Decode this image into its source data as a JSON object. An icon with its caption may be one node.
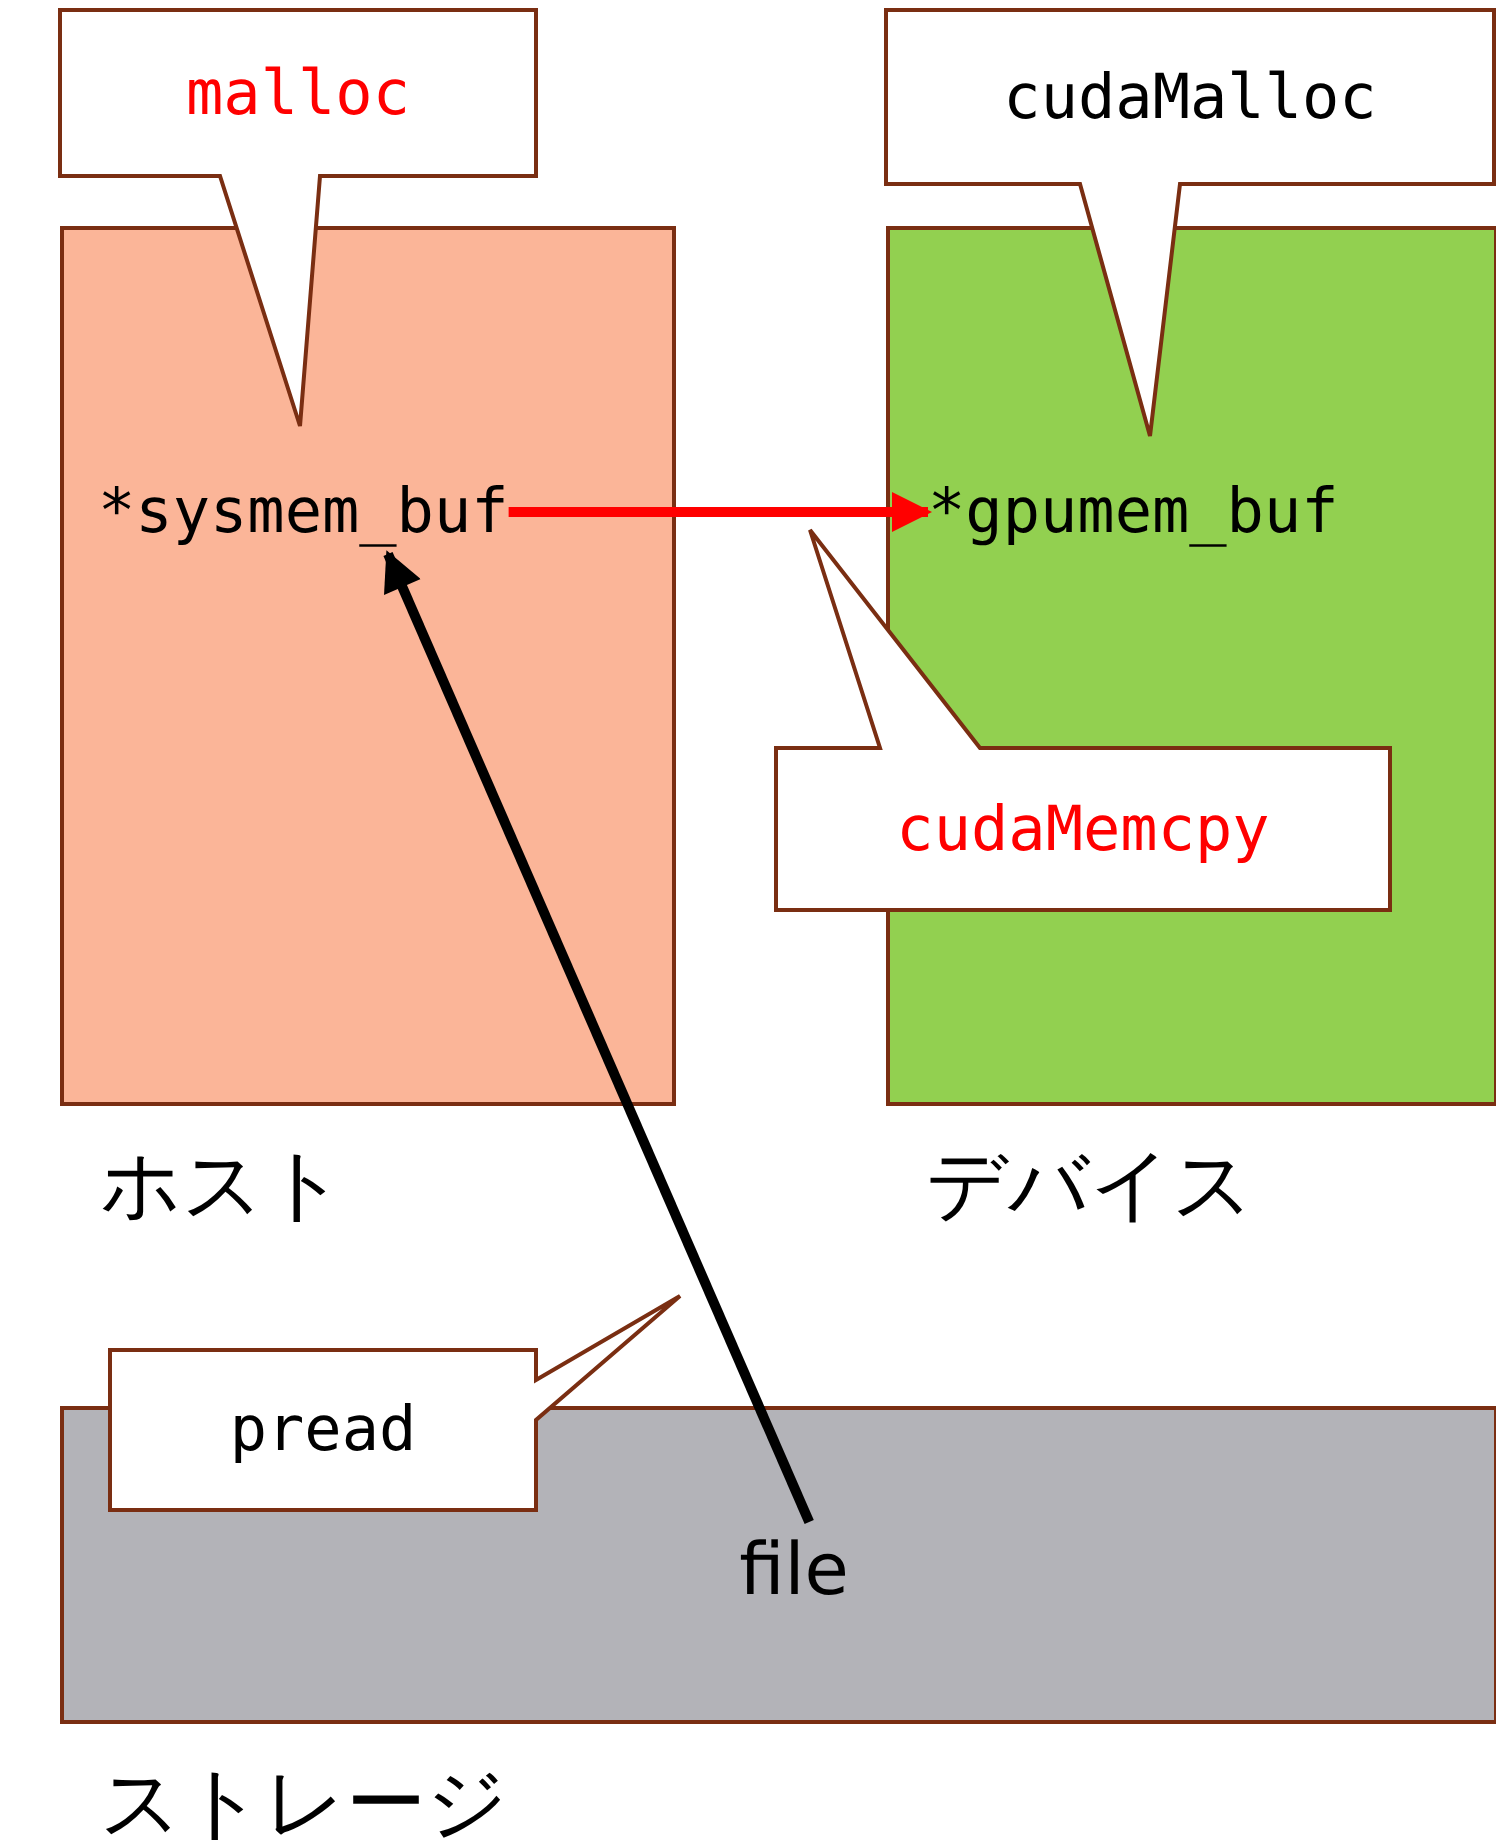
{
  "diagram": {
    "nodes": [
      {
        "text": [
          "ホスト"
        ]
      },
      {
        "text": [
          "*sysmem_buf"
        ],
        "in": 0
      },
      {
        "text": [
          "デバイス"
        ]
      },
      {
        "text": [
          "*gpumem_buf"
        ],
        "in": 2
      },
      {
        "text": [
          "ストレージ"
        ]
      },
      {
        "text": [
          "file"
        ],
        "in": 4
      },
      {
        "text": [
          "malloc"
        ]
      },
      {
        "text": [
          "cudaMalloc"
        ]
      },
      {
        "text": [
          "cudaMemcpy"
        ]
      },
      {
        "text": [
          "pread"
        ]
      }
    ],
    "edges": [
      {
        "from": 1,
        "to": 3,
        "arrow": "to",
        "color": "#ff0000"
      },
      {
        "from": 5,
        "to": 1,
        "arrow": "to",
        "color": "#000000"
      }
    ]
  }
}
